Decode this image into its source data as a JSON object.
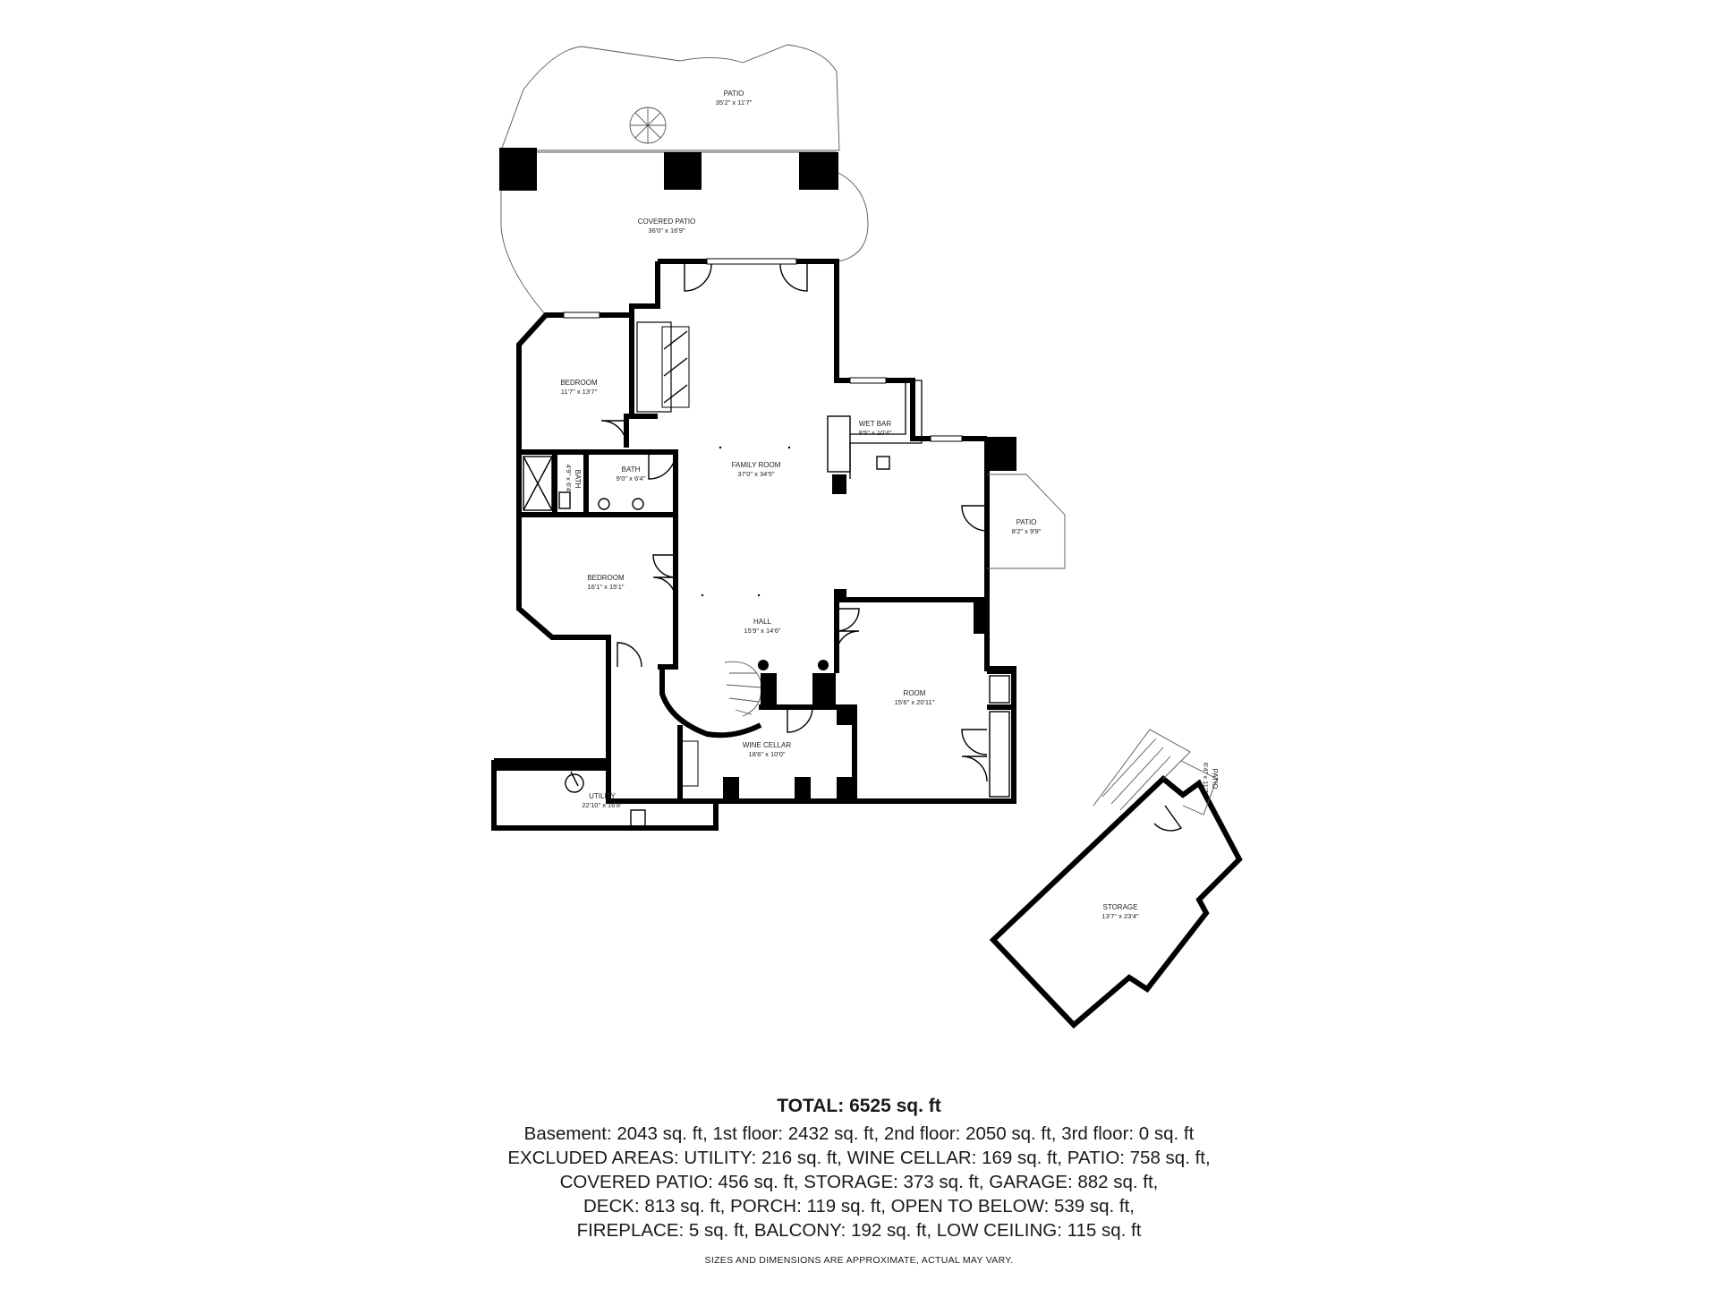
{
  "rooms": {
    "patio_top": {
      "name": "PATIO",
      "dims": "35'2\" x 11'7\""
    },
    "covered_patio": {
      "name": "COVERED PATIO",
      "dims": "36'0\" x 16'9\""
    },
    "bedroom_1": {
      "name": "BEDROOM",
      "dims": "11'7\" x 13'7\""
    },
    "wet_bar": {
      "name": "WET BAR",
      "dims": "9'5\" x 10'4\""
    },
    "family_room": {
      "name": "FAMILY ROOM",
      "dims": "37'0\" x 34'5\""
    },
    "bath": {
      "name": "BATH",
      "dims": "9'0\" x 6'4\""
    },
    "bath_small": {
      "name": "BATH",
      "dims": "4'9\" x 6'4\""
    },
    "patio_right": {
      "name": "PATIO",
      "dims": "8'2\" x 9'9\""
    },
    "bedroom_2": {
      "name": "BEDROOM",
      "dims": "16'1\" x 15'1\""
    },
    "hall": {
      "name": "HALL",
      "dims": "15'9\" x 14'6\""
    },
    "room": {
      "name": "ROOM",
      "dims": "15'6\" x 20'11\""
    },
    "wine_cellar": {
      "name": "WINE CELLAR",
      "dims": "18'6\" x 10'0\""
    },
    "utility": {
      "name": "UTILITY",
      "dims": "22'10\" x 16'8\""
    },
    "patio_small": {
      "name": "PATIO",
      "dims": "6'4\" x 11'7\""
    },
    "storage": {
      "name": "STORAGE",
      "dims": "13'7\" x 23'4\""
    }
  },
  "summary": {
    "total": "TOTAL: 6525 sq. ft",
    "lines": [
      "Basement: 2043 sq. ft, 1st floor: 2432 sq. ft, 2nd floor: 2050 sq. ft, 3rd floor: 0 sq. ft",
      "EXCLUDED AREAS: UTILITY: 216 sq. ft, WINE CELLAR: 169 sq. ft, PATIO: 758 sq. ft,",
      "COVERED PATIO: 456 sq. ft, STORAGE: 373 sq. ft, GARAGE: 882 sq. ft,",
      "DECK: 813 sq. ft, PORCH: 119 sq. ft, OPEN TO BELOW: 539 sq. ft,",
      "FIREPLACE: 5 sq. ft, BALCONY: 192 sq. ft, LOW CEILING: 115 sq. ft"
    ],
    "disclaimer": "SIZES AND DIMENSIONS ARE APPROXIMATE, ACTUAL MAY VARY."
  }
}
